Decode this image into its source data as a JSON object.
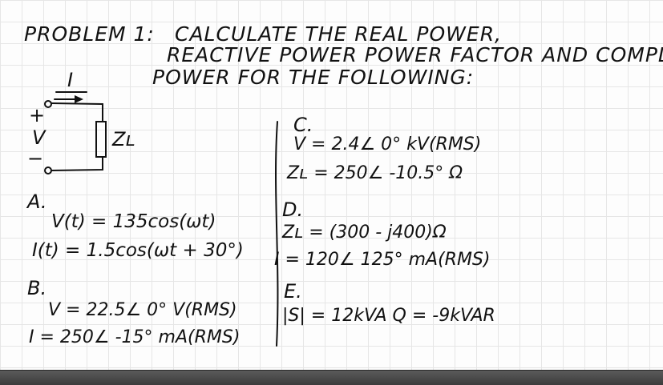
{
  "problem": {
    "heading": "PROBLEM 1:",
    "line1": "CALCULATE THE REAL POWER,",
    "line2": "REACTIVE POWER POWER FACTOR AND COMPLEX",
    "line3": "POWER FOR THE FOLLOWING:"
  },
  "circuit": {
    "current_label": "I",
    "voltage_label": "V",
    "plus_sign": "+",
    "minus_sign": "−",
    "load_label": "Zʟ"
  },
  "parts": {
    "a": {
      "label": "A.",
      "line1": "V(t) = 135cos(ωt)",
      "line2": "I(t) = 1.5cos(ωt + 30°)"
    },
    "b": {
      "label": "B.",
      "line1": "V = 22.5∠ 0° V(RMS)",
      "line2": "I = 250∠ -15° mA(RMS)"
    },
    "c": {
      "label": "C.",
      "line1": "V = 2.4∠ 0° kV(RMS)",
      "line2": "Zʟ = 250∠ -10.5° Ω"
    },
    "d": {
      "label": "D.",
      "line1": "Zʟ = (300 - j400)Ω",
      "line2": "I = 120∠ 125° mA(RMS)"
    },
    "e": {
      "label": "E.",
      "line1": "|S| = 12kVA    Q = -9kVAR"
    }
  },
  "colors": {
    "ink": "#111111",
    "grid": "#e6e6e6",
    "bar": "#4a4a4a"
  }
}
